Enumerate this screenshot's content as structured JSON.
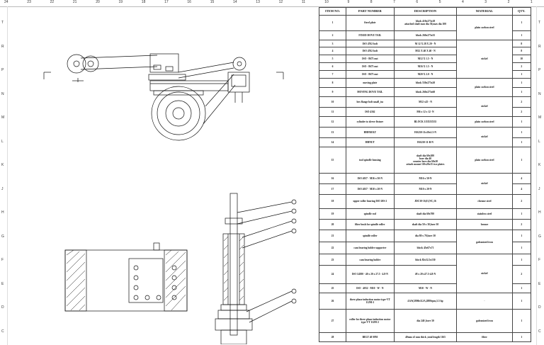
{
  "ruler": {
    "top": [
      "24",
      "23",
      "22",
      "21",
      "20",
      "19",
      "18",
      "17",
      "16",
      "15",
      "14",
      "13",
      "12",
      "11",
      "10",
      "9",
      "8",
      "7",
      "6",
      "5",
      "4",
      "3",
      "2",
      "1"
    ],
    "side": [
      "T",
      "R",
      "P",
      "N",
      "M",
      "L",
      "K",
      "J",
      "H",
      "G",
      "F",
      "E",
      "D",
      "C"
    ]
  },
  "bom": {
    "headers": {
      "item": "ITEM NO.",
      "part": "PART NUMBER",
      "desc": "DESCRIPTION",
      "material": "MATERIAL",
      "qty": "QTY."
    },
    "rows": [
      {
        "item": "1",
        "part": "fixed plate",
        "desc": "block 410x275x18\nattached shaft max dia 50,max dia 100",
        "qty": "1"
      },
      {
        "item": "2",
        "part": "FIXED DOVE TAIL",
        "desc": "block 260x275x35",
        "qty": "1"
      },
      {
        "item": "3",
        "part": "ISO 4762 bolt",
        "desc": "M 12 X 28 X 20 - N",
        "qty": "8"
      },
      {
        "item": "4",
        "part": "ISO 4762 bolt",
        "desc": "M12 X 40 X 40 - N",
        "qty": "8"
      },
      {
        "item": "5",
        "part": "ISO - 8675 nut",
        "desc": "M12 X 1.5 - N",
        "qty": "10"
      },
      {
        "item": "6",
        "part": "ISO - 8675 nut",
        "desc": "M16 X 1.5 - N",
        "qty": "2"
      },
      {
        "item": "7",
        "part": "ISO - 8675 nut",
        "desc": "M20 X 2.0 - N",
        "qty": "1"
      },
      {
        "item": "8",
        "part": "moving plate",
        "desc": "block 550x275x20",
        "qty": "1"
      },
      {
        "item": "9",
        "part": "MOVING DOVE TAIL",
        "desc": "block 260x275x60",
        "qty": "1"
      },
      {
        "item": "10",
        "part": "hex flange bolt small_iso",
        "desc": "M12 x25 - N",
        "qty": "2"
      },
      {
        "item": "11",
        "part": "ISO 4162",
        "desc": "M6 x 12 x 12 -N",
        "qty": "2"
      },
      {
        "item": "12",
        "part": "cylinder to sleeve fixture",
        "desc": "BLOCK 115X55X35",
        "qty": "1"
      },
      {
        "item": "13",
        "part": "HHFBOLT",
        "desc": "HA250-11x10x1.5-N",
        "qty": "1"
      },
      {
        "item": "14",
        "part": "HHNUT",
        "desc": "HA250-11-B-N",
        "qty": "1"
      },
      {
        "item": "15",
        "part": "tool spindle housing",
        "desc": "shaft dia 60x200\nbore dia 40\ncounter bore dia 60x20\nattach mount 110x20x15 two plates",
        "qty": "1"
      },
      {
        "item": "16",
        "part": "ISO 4017 - M16 x 50-N",
        "desc": "M16 x 50-N",
        "qty": "4"
      },
      {
        "item": "17",
        "part": "ISO 4017 - M10 x 20-N",
        "desc": "M10 x 20-N",
        "qty": "4"
      },
      {
        "item": "18",
        "part": "upper roller bearing ISO 20S-2",
        "desc": "JDC30-16,01,NC,16",
        "qty": "2"
      },
      {
        "item": "19",
        "part": "spindle rod",
        "desc": "shaft dia 60x700",
        "qty": "1"
      },
      {
        "item": "20",
        "part": "fiber bush for spindle roller",
        "desc": "shaft dia 50 x 30,bore 30",
        "qty": "2"
      },
      {
        "item": "21",
        "part": "spindle roller",
        "desc": "dia 80 x 70,bore 30",
        "qty": "1"
      },
      {
        "item": "22",
        "part": "cam bearing holder supporter",
        "desc": "block 45x67x71",
        "qty": "1"
      },
      {
        "item": "23",
        "part": "cam bearing holder",
        "desc": "block 82x52.5x150",
        "qty": "1"
      },
      {
        "item": "24",
        "part": "ISO 14580 - 40 x 20 x 27.5 - 4.8-N",
        "desc": "#8 x 20 x27.5-4.8-N",
        "qty": "2"
      },
      {
        "item": "25",
        "part": "ISO - 4032 - M10 - W - N",
        "desc": "M10 - W - N",
        "qty": "1"
      },
      {
        "item": "26",
        "part": "three phase induction motor type-VT 112M-2",
        "desc": "4 kW,2800r.8.2A,2880rpm,5.5 hp",
        "qty": "1"
      },
      {
        "item": "27",
        "part": "roller for three phase induction motor type-VT 112M-2",
        "desc": "dia 240 ,bore 30",
        "qty": "1"
      },
      {
        "item": "28",
        "part": "BELT 40 MM",
        "desc": "40mm x5 mm thick ,total length 1165",
        "qty": "1"
      }
    ],
    "materials": [
      {
        "label": "plain carbon steel",
        "rowspan": 2
      },
      {
        "label": "nickel",
        "rowspan": 5
      },
      {
        "label": "plain carbon steel",
        "rowspan": 2
      },
      {
        "label": "nickel",
        "rowspan": 2
      },
      {
        "label": "plain carbon steel",
        "rowspan": 1
      },
      {
        "label": "nickel",
        "rowspan": 2
      },
      {
        "label": "plain carbon steel",
        "rowspan": 1
      },
      {
        "label": "nickel",
        "rowspan": 2
      },
      {
        "label": "chrome steel",
        "rowspan": 1
      },
      {
        "label": "stainless steel",
        "rowspan": 1
      },
      {
        "label": "bronze",
        "rowspan": 1
      },
      {
        "label": "galvanized iron",
        "rowspan": 2
      },
      {
        "label": "nickel",
        "rowspan": 3
      },
      {
        "label": "-",
        "rowspan": 1
      },
      {
        "label": "galvanized iron",
        "rowspan": 1
      },
      {
        "label": "fibre",
        "rowspan": 1
      }
    ]
  }
}
